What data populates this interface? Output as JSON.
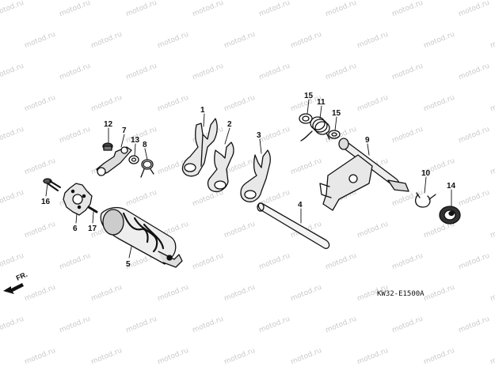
{
  "watermark": "motod.ru",
  "drawing_code": "KW32-E1500A",
  "direction_label": "FR.",
  "callouts": {
    "p1": "1",
    "p2": "2",
    "p3": "3",
    "p4": "4",
    "p5": "5",
    "p6": "6",
    "p7": "7",
    "p8": "8",
    "p9": "9",
    "p10": "10",
    "p11": "11",
    "p12": "12",
    "p13": "13",
    "p14": "14",
    "p15a": "15",
    "p15b": "15",
    "p16": "16",
    "p17": "17"
  }
}
